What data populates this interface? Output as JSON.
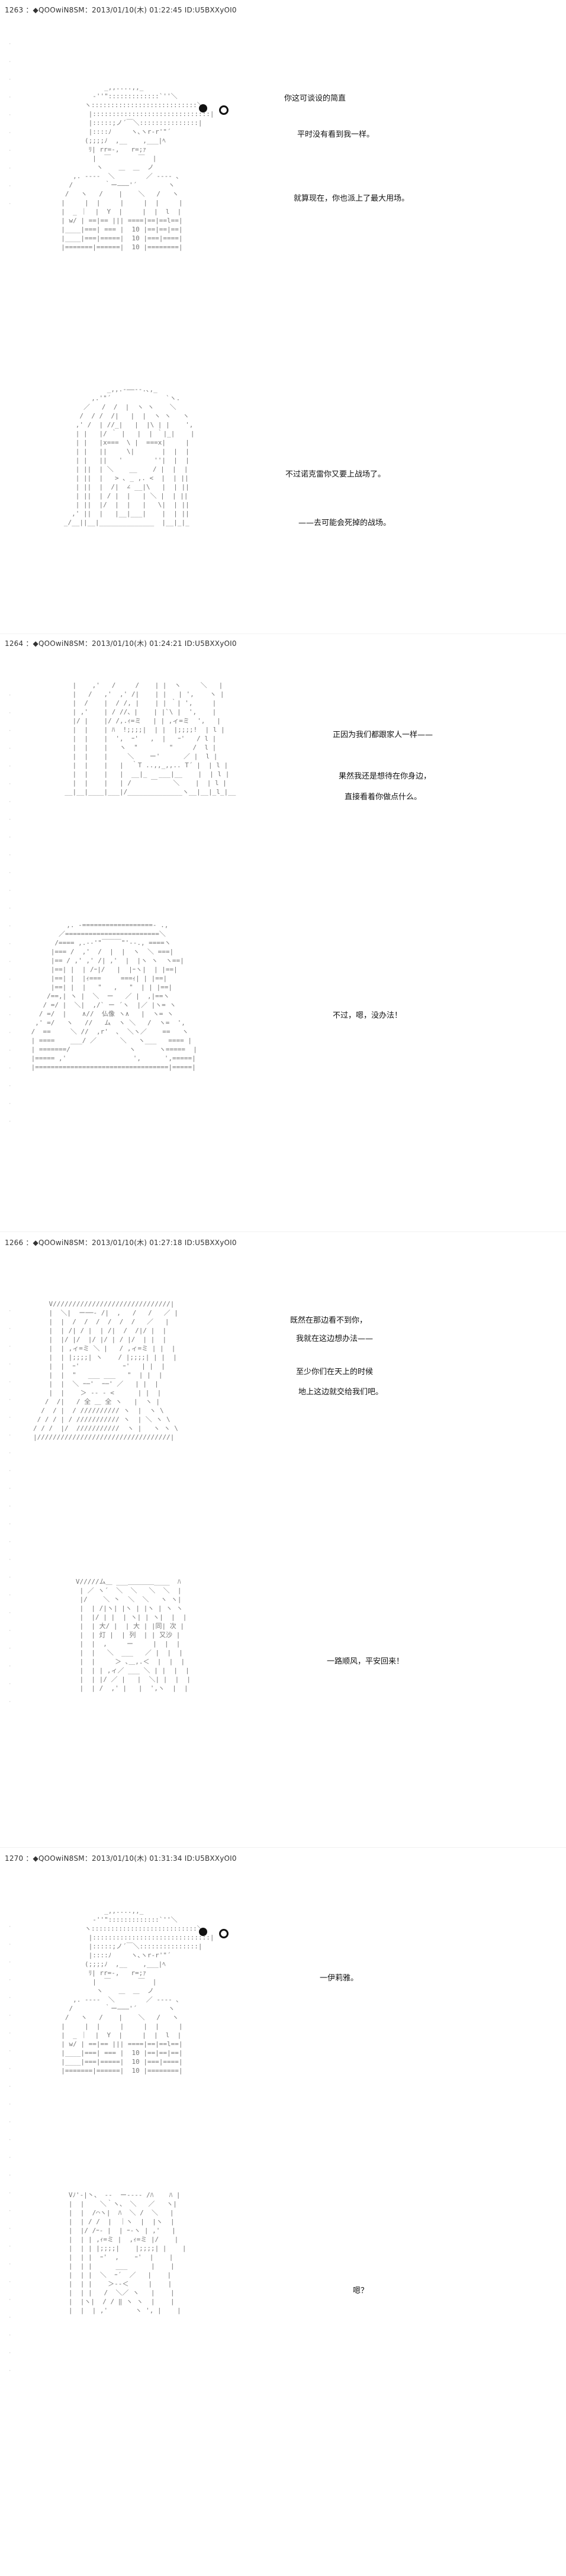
{
  "posts": [
    {
      "header": "1263 ：◆QOOwiN8SM：2013/01/10(木) 01:22:45 ID:U5BXXyOI0",
      "panels": [
        {
          "lines": [
            "你这可谈设的简直",
            "平时没有看到我一样。",
            "就算现在，你也派上了最大用场。"
          ]
        },
        {
          "lines": [
            "不过诺克雷你又要上战场了。",
            "——去可能会死掉的战场。"
          ]
        }
      ]
    },
    {
      "header": "1264 ：◆QOOwiN8SM：2013/01/10(木) 01:24:21 ID:U5BXXyOI0",
      "panels": [
        {
          "lines": [
            "正因为我们都跟家人一样——",
            "果然我还是想待在你身边，",
            "直接看着你做点什么。"
          ]
        },
        {
          "lines": [
            "不过，嗯，没办法！"
          ]
        }
      ]
    },
    {
      "header": "1266 ：◆QOOwiN8SM：2013/01/10(木) 01:27:18 ID:U5BXXyOI0",
      "panels": [
        {
          "lines": [
            "既然在那边看不到你，",
            "我就在这边想办法——",
            "至少你们在天上的时候",
            "地上这边就交给我们吧。"
          ]
        },
        {
          "lines": [
            "一路顺风，平安回来！"
          ]
        }
      ]
    },
    {
      "header": "1270 ：◆QOOwiN8SM：2013/01/10(木) 01:31:34 ID:U5BXXyOI0",
      "panels": [
        {
          "lines": [
            "一伊莉雅。"
          ]
        },
        {
          "lines": [
            "嗯？"
          ]
        }
      ]
    }
  ]
}
